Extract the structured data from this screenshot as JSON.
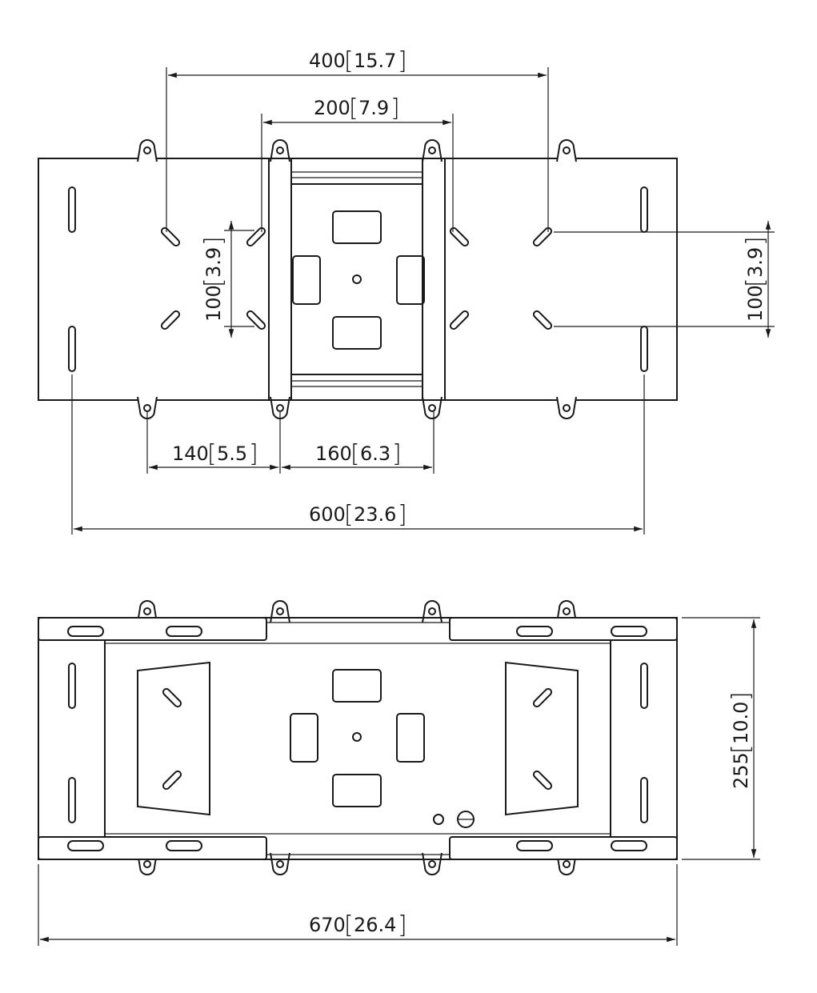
{
  "diagram": {
    "top_view": {
      "dim_400": {
        "mm": "400",
        "in": "15.7"
      },
      "dim_200": {
        "mm": "200",
        "in": "7.9"
      },
      "dim_100_left": {
        "mm": "100",
        "in": "3.9"
      },
      "dim_100_right": {
        "mm": "100",
        "in": "3.9"
      },
      "dim_140": {
        "mm": "140",
        "in": "5.5"
      },
      "dim_160": {
        "mm": "160",
        "in": "6.3"
      },
      "dim_600": {
        "mm": "600",
        "in": "23.6"
      }
    },
    "bottom_view": {
      "dim_255": {
        "mm": "255",
        "in": "10.0"
      },
      "dim_670": {
        "mm": "670",
        "in": "26.4"
      }
    }
  }
}
